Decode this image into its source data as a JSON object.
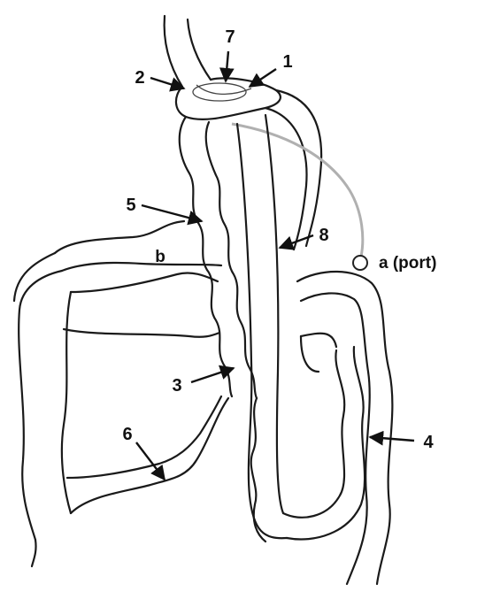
{
  "labels": {
    "n1": "1",
    "n2": "2",
    "n3": "3",
    "n4": "4",
    "n5": "5",
    "n6": "6",
    "n7": "7",
    "n8": "8",
    "a": "a (port)",
    "b": "b"
  },
  "colors": {
    "line": "#1a1a1a",
    "band": "#9a9a9a",
    "tube": "#b0b0b0"
  }
}
